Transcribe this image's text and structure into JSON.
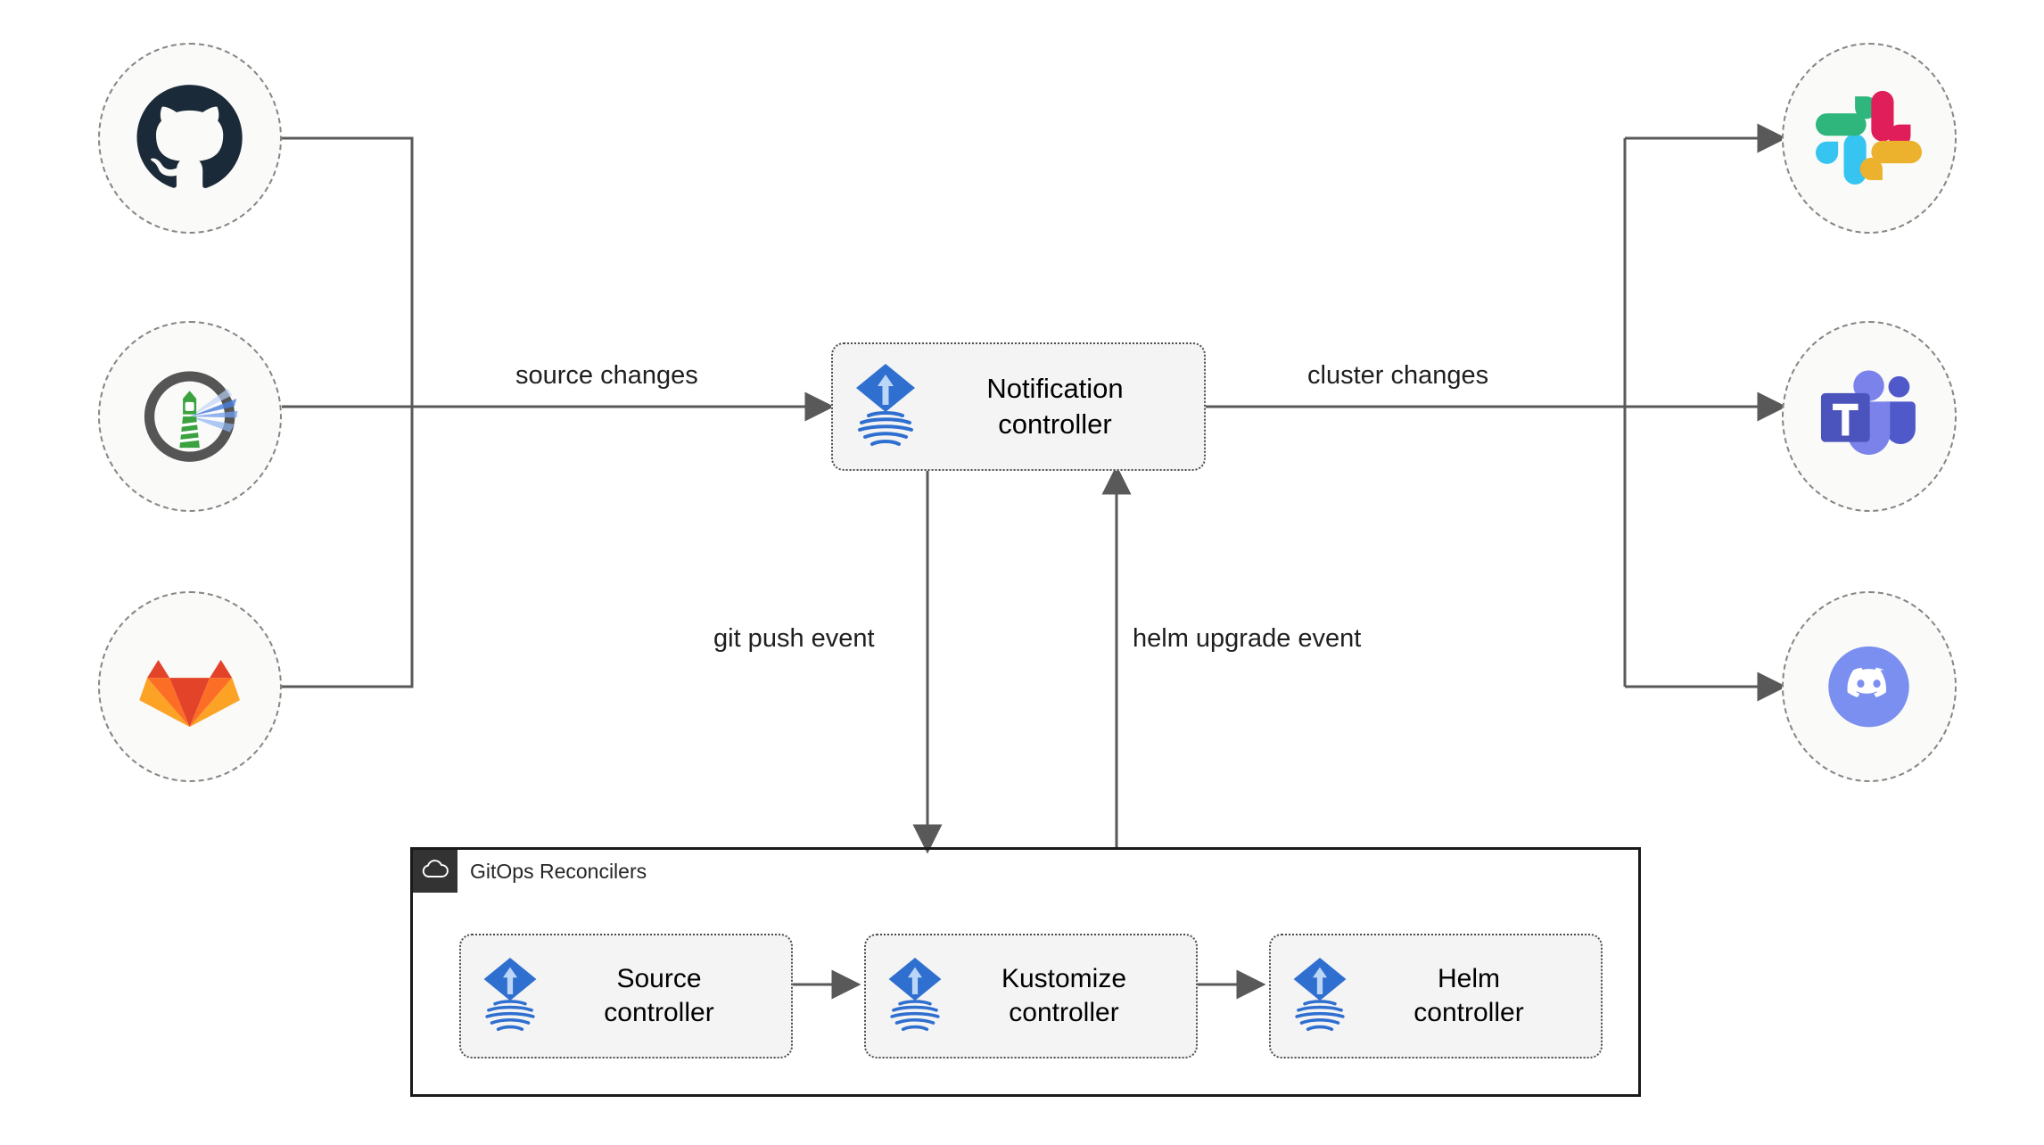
{
  "diagram": {
    "title": "Flux notification controller architecture",
    "type": "flow-diagram",
    "background_color": "#ffffff",
    "line_color": "#595959",
    "circle_border_color": "#868686",
    "circle_fill_color": "#fafaf8",
    "box_fill_color": "#f4f4f4",
    "box_border_color": "#4d4d4d",
    "container_border_color": "#1a1a1a",
    "container_tab_color": "#333333",
    "label_text_color": "#1f1f1f"
  },
  "sources": [
    {
      "id": "github",
      "icon": "github-icon",
      "name": "GitHub",
      "color": "#1b2a38"
    },
    {
      "id": "flux",
      "icon": "flux-lighthouse-icon",
      "name": "Flux",
      "color": "#3aa23f"
    },
    {
      "id": "gitlab",
      "icon": "gitlab-icon",
      "name": "GitLab",
      "color": "#e24329"
    }
  ],
  "providers": [
    {
      "id": "slack",
      "icon": "slack-icon",
      "name": "Slack",
      "color": "#36c5f0"
    },
    {
      "id": "teams",
      "icon": "microsoft-teams-icon",
      "name": "Microsoft Teams",
      "color": "#5059c9"
    },
    {
      "id": "discord",
      "icon": "discord-icon",
      "name": "Discord",
      "color": "#7b8ff0"
    }
  ],
  "notification_controller": {
    "label": "Notification\ncontroller",
    "icon": "flux-logo-icon"
  },
  "gitops_container": {
    "title": "GitOps Reconcilers",
    "icon": "cloud-icon",
    "reconcilers": [
      {
        "id": "source",
        "label": "Source\ncontroller",
        "icon": "flux-logo-icon"
      },
      {
        "id": "kustomize",
        "label": "Kustomize\ncontroller",
        "icon": "flux-logo-icon"
      },
      {
        "id": "helm",
        "label": "Helm\ncontroller",
        "icon": "flux-logo-icon"
      }
    ]
  },
  "edges": [
    {
      "id": "source-changes",
      "label": "source changes",
      "from": "sources",
      "to": "notification-controller",
      "direction": "right"
    },
    {
      "id": "cluster-changes",
      "label": "cluster changes",
      "from": "notification-controller",
      "to": "providers",
      "direction": "right"
    },
    {
      "id": "git-push-event",
      "label": "git push event",
      "from": "notification-controller",
      "to": "gitops-container",
      "direction": "down"
    },
    {
      "id": "helm-upgrade-event",
      "label": "helm upgrade event",
      "from": "gitops-container",
      "to": "notification-controller",
      "direction": "up"
    },
    {
      "id": "source-to-kustomize",
      "label": "",
      "from": "source-controller",
      "to": "kustomize-controller",
      "direction": "right"
    },
    {
      "id": "kustomize-to-helm",
      "label": "",
      "from": "kustomize-controller",
      "to": "helm-controller",
      "direction": "right"
    }
  ]
}
